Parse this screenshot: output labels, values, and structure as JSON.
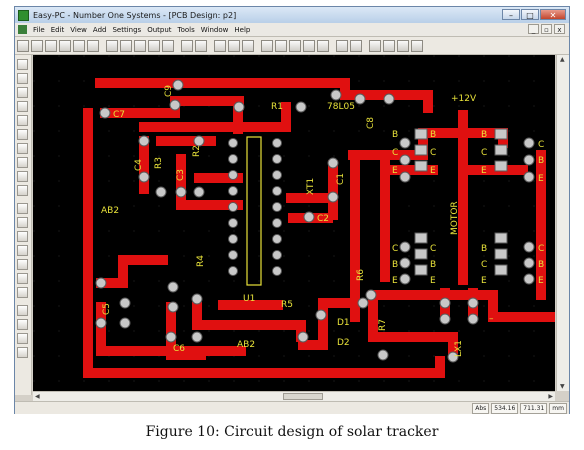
{
  "window": {
    "title": "Easy-PC - Number One Systems - [PCB Design: p2]",
    "controls": {
      "minimize": "–",
      "maximize": "□",
      "close": "✕"
    },
    "doc_controls": {
      "minimize": "_",
      "restore": "▫",
      "close": "x"
    }
  },
  "menu": [
    "File",
    "Edit",
    "View",
    "Add",
    "Settings",
    "Output",
    "Tools",
    "Window",
    "Help"
  ],
  "pcb": {
    "colors": {
      "background": "#000000",
      "track": "#e01010",
      "pad": "#c8c8c8",
      "silk": "#e8e23a"
    },
    "labels": {
      "c7": "C7",
      "c9": "C9",
      "r1": "R1",
      "reg": "78L05",
      "c8": "C8",
      "v12": "+12V",
      "c4": "C4",
      "r3": "R3",
      "c3": "C3",
      "r2": "R2",
      "xt1": "XT1",
      "c1": "C1",
      "ab2_left": "AB2",
      "c2": "C2",
      "r4": "R4",
      "u1": "U1",
      "r5": "R5",
      "c5": "C5",
      "c6": "C6",
      "ab2_bottom": "AB2",
      "d1": "D1",
      "d2": "D2",
      "r6": "R6",
      "r7": "R7",
      "lx1": "LX1",
      "motor": "MOTOR",
      "minus": "–",
      "b_q1": "B",
      "c_q1": "C",
      "e_q1": "E",
      "b_q2": "B",
      "c_q2": "C",
      "e_q2": "E",
      "b_q3": "B",
      "c_q3": "C",
      "e_q3": "E",
      "b_q4": "B",
      "c_q4": "C",
      "e_q4": "E",
      "b_l1": "B",
      "c_l1": "C",
      "e_l1": "E",
      "b_r1": "B",
      "c_r1": "C",
      "e_r1": "E",
      "b_l2": "B",
      "c_l2": "C",
      "e_l2": "E",
      "b_r2": "B",
      "c_r2": "C",
      "e_r2": "E"
    }
  },
  "status": {
    "mode": "Abs",
    "x": "534.16",
    "y": "711.31",
    "units": "mm"
  },
  "caption": "Figure 10: Circuit design of solar tracker"
}
